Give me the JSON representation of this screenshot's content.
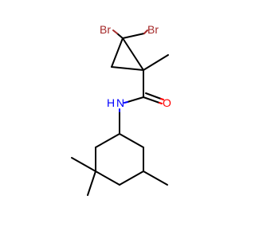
{
  "molecule": {
    "atoms": {
      "br1": "Br",
      "br2": "Br",
      "n": "N",
      "h": "H",
      "o": "O"
    },
    "colors": {
      "bond": "#000000",
      "bromine": "#a52a2a",
      "nitrogen": "#0000ff",
      "oxygen": "#ff0000"
    }
  }
}
